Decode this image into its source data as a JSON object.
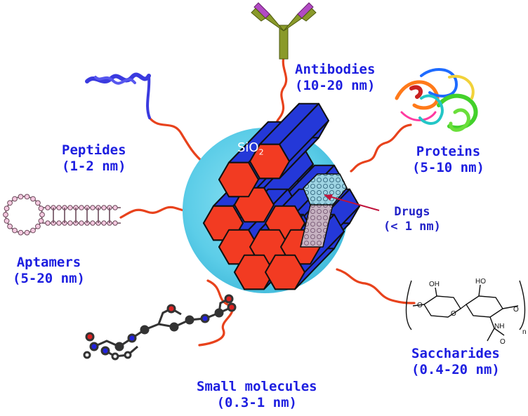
{
  "particle": {
    "formula": "SiO",
    "subscript": "2"
  },
  "drugs": {
    "name": "Drugs",
    "size": "(< 1 nm)"
  },
  "ligands": [
    {
      "name": "Antibodies",
      "size": "(10-20 nm)"
    },
    {
      "name": "Proteins",
      "size": "(5-10 nm)"
    },
    {
      "name": "Peptides",
      "size": "(1-2 nm)"
    },
    {
      "name": "Aptamers",
      "size": "(5-20 nm)"
    },
    {
      "name": "Saccharides",
      "size": "(0.4-20 nm)"
    },
    {
      "name": "Small molecules",
      "size": "(0.3-1 nm)"
    }
  ],
  "structure_labels": {
    "subscript_n": "n",
    "oh": "OH",
    "o": "O",
    "ho": "HO",
    "nh": "NH"
  },
  "colors": {
    "label": "#1d1ee0",
    "tether": "#e8421c",
    "silica": "#5ccde8",
    "pore_face": "#f23b22",
    "pore_wall": "#2438d8",
    "antibody_arm": "#8a9a2a",
    "antibody_tip": "#b24ac4",
    "peptide": "#3a3adf"
  }
}
